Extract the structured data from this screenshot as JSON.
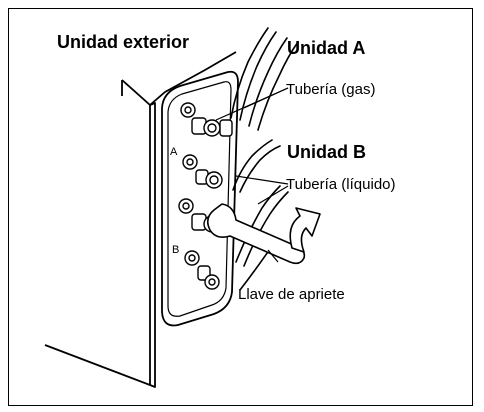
{
  "labels": {
    "outdoor_unit": "Unidad exterior",
    "unit_a": "Unidad A",
    "unit_b": "Unidad B",
    "pipe_gas": "Tubería (gas)",
    "pipe_liquid": "Tubería (líquido)",
    "wrench": "Llave de apriete",
    "marker_a": "A",
    "marker_b": "B"
  }
}
